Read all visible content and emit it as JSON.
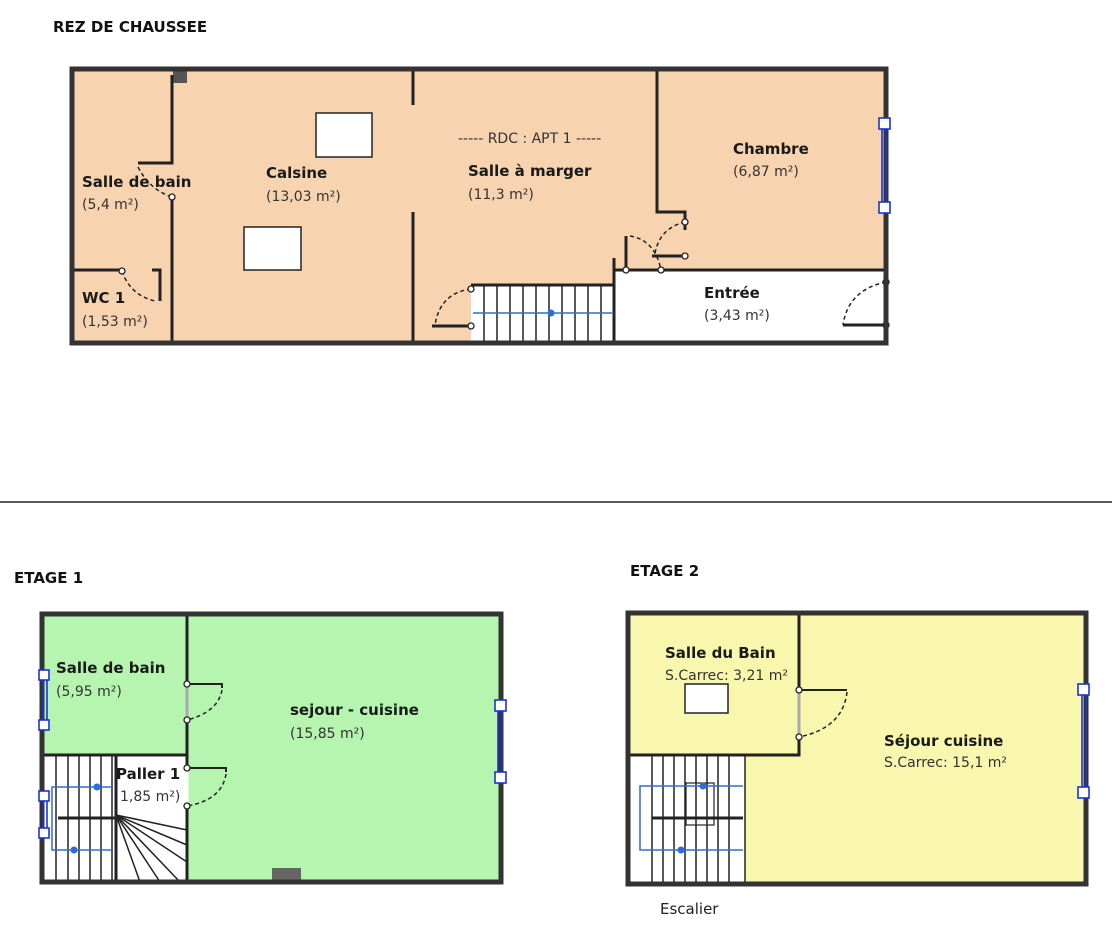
{
  "colors": {
    "ground_floor": "#f8d3b0",
    "floor1": "#b5f5b0",
    "floor2": "#f9f7ad",
    "window": "#1a33d6",
    "stairs_arrow": "#2b6fd6"
  },
  "rdc": {
    "title": "REZ DE CHAUSSEE",
    "apt_label": "----- RDC : APT 1 -----",
    "rooms": [
      {
        "name": "Salle de bain",
        "area": "(5,4 m²)"
      },
      {
        "name": "WC 1",
        "area": "(1,53 m²)"
      },
      {
        "name": "Calsine",
        "area": "(13,03 m²)"
      },
      {
        "name": "Salle à marger",
        "area": "(11,3 m²)"
      },
      {
        "name": "Chambre",
        "area": "(6,87 m²)"
      },
      {
        "name": "Entrée",
        "area": "(3,43 m²)"
      }
    ]
  },
  "etage1": {
    "title": "ETAGE 1",
    "rooms": [
      {
        "name": "Salle de bain",
        "area": "(5,95 m²)"
      },
      {
        "name": "sejour - cuisine",
        "area": "(15,85 m²)"
      },
      {
        "name": "Paller 1",
        "area": "1,85 m²)"
      }
    ]
  },
  "etage2": {
    "title": "ETAGE 2",
    "rooms": [
      {
        "name": "Salle du Bain",
        "area": "S.Carrec: 3,21 m²"
      },
      {
        "name": "Séjour cuisine",
        "area": "S.Carrec: 15,1 m²"
      }
    ],
    "stairs_label": "Escalier"
  }
}
